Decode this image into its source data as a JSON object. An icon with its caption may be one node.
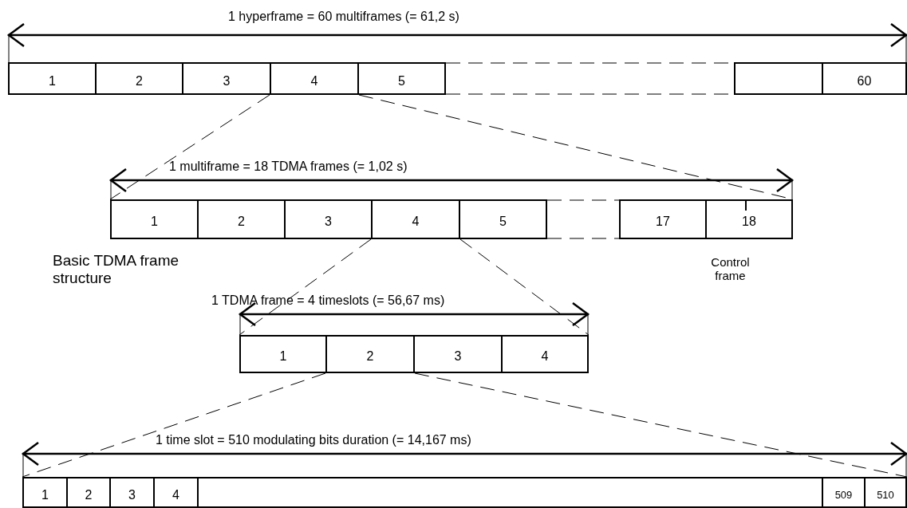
{
  "diagram": {
    "nodes": [
      {
        "text": [
          "1"
        ]
      },
      {
        "text": [
          "2"
        ]
      },
      {
        "text": [
          "3"
        ]
      },
      {
        "text": [
          "4"
        ]
      },
      {
        "text": [
          "5"
        ]
      },
      {
        "text": [],
        "shape": "box"
      },
      {
        "text": [
          "60"
        ]
      },
      {
        "text": [
          "1"
        ]
      },
      {
        "text": [
          "2"
        ]
      },
      {
        "text": [
          "3"
        ]
      },
      {
        "text": [
          "4"
        ]
      },
      {
        "text": [
          "5"
        ]
      },
      {
        "text": [
          "17"
        ]
      },
      {
        "text": [
          "18"
        ]
      },
      {
        "text": [
          "1"
        ]
      },
      {
        "text": [
          "2"
        ]
      },
      {
        "text": [
          "3"
        ]
      },
      {
        "text": [
          "4"
        ]
      },
      {
        "text": [
          "1"
        ]
      },
      {
        "text": [
          "2"
        ]
      },
      {
        "text": [
          "3"
        ]
      },
      {
        "text": [
          "4"
        ]
      },
      {
        "text": [],
        "shape": "box"
      },
      {
        "text": [
          "509"
        ]
      },
      {
        "text": [
          "510"
        ]
      }
    ],
    "edges": [
      {
        "from": 3,
        "to": 7,
        "arrow": "none",
        "style": "dashed"
      },
      {
        "from": 3,
        "to": 13,
        "arrow": "none",
        "style": "dashed"
      },
      {
        "from": 10,
        "to": 14,
        "arrow": "none",
        "style": "dashed"
      },
      {
        "from": 10,
        "to": 17,
        "arrow": "none",
        "style": "dashed"
      },
      {
        "from": 15,
        "to": 18,
        "arrow": "none",
        "style": "dashed"
      },
      {
        "from": 15,
        "to": 24,
        "arrow": "none",
        "style": "dashed"
      }
    ],
    "labels": [
      "1 hyperframe = 60 multiframes (= 61,2 s)",
      "1 multiframe = 18 TDMA frames (= 1,02 s)",
      "Basic TDMA frame structure",
      "Control frame",
      "1 TDMA frame = 4 timeslots (= 56,67 ms)",
      "1 time slot = 510 modulating bits duration (= 14,167 ms)"
    ]
  }
}
